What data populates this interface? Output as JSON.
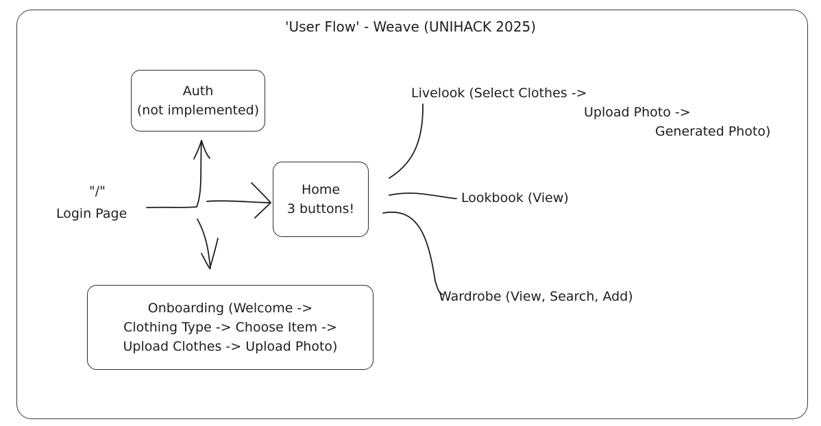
{
  "title": "'User Flow' - Weave (UNIHACK 2025)",
  "login": {
    "line1": "\"/\"",
    "line2": "Login Page"
  },
  "auth": {
    "line1": "Auth",
    "line2": "(not implemented)"
  },
  "home": {
    "line1": "Home",
    "line2": "3 buttons!"
  },
  "onboarding": {
    "line1": "Onboarding (Welcome ->",
    "line2": "Clothing Type -> Choose Item ->",
    "line3": "Upload Clothes -> Upload Photo)"
  },
  "livelook": {
    "line1": "Livelook (Select Clothes ->",
    "line2": "Upload Photo ->",
    "line3": "Generated Photo)"
  },
  "lookbook": {
    "label": "Lookbook (View)"
  },
  "wardrobe": {
    "label": "Wardrobe (View, Search, Add)"
  },
  "colors": {
    "stroke": "#1e1e1e",
    "background": "#ffffff"
  }
}
